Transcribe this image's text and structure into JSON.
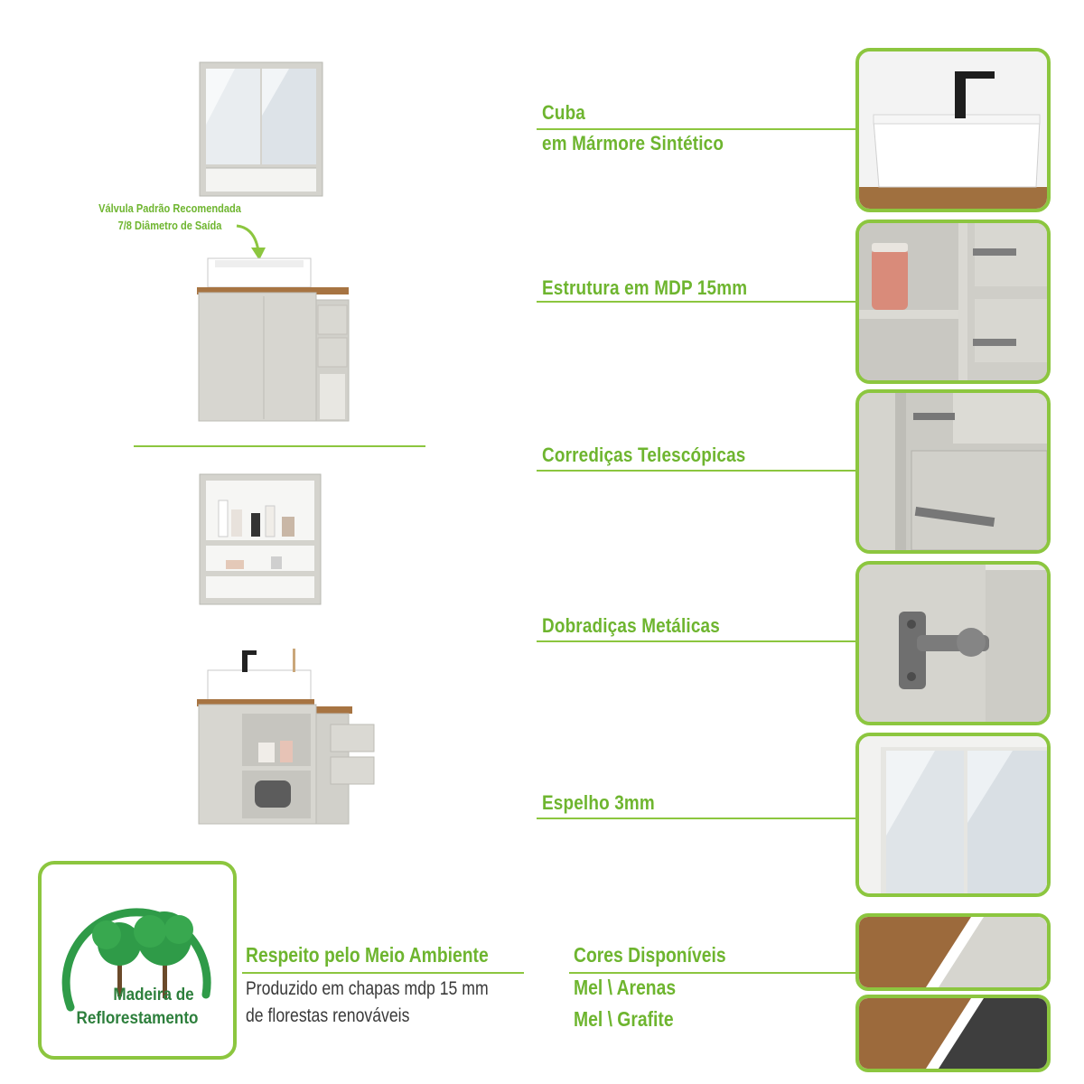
{
  "features": [
    {
      "lines": [
        "Cuba",
        "em Mármore Sintético"
      ]
    },
    {
      "lines": [
        "Estrutura em MDP 15mm"
      ]
    },
    {
      "lines": [
        "Corrediças Telescópicas"
      ]
    },
    {
      "lines": [
        "Dobradiças Metálicas"
      ]
    },
    {
      "lines": [
        "Espelho 3mm"
      ]
    }
  ],
  "valve_note": {
    "line1": "Válvula Padrão Recomendada",
    "line2": "7/8 Diâmetro de Saída"
  },
  "eco": {
    "badge_line1": "Madeira de",
    "badge_line2": "Reflorestamento",
    "title": "Respeito pelo Meio Ambiente",
    "text_line1": "Produzido em chapas mdp 15 mm",
    "text_line2": "de florestas renováveis"
  },
  "colors": {
    "title": "Cores Disponíveis",
    "options": [
      "Mel \\ Arenas",
      "Mel \\ Grafite"
    ],
    "wood": "#9c6a3c",
    "arenas": "#d6d5cf",
    "grafite": "#3e3e3e"
  },
  "accent": "#8cc63f",
  "text_green": "#6eb52f"
}
